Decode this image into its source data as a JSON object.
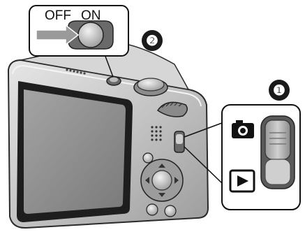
{
  "power_callout": {
    "off_label": "OFF",
    "on_label": "ON"
  },
  "step_markers": {
    "step_1": "❶",
    "step_2": "❷"
  },
  "mode_callout": {
    "record_icon": "camera-icon",
    "playback_icon": "play-icon"
  },
  "colors": {
    "body_silver": "#c9c9c9",
    "lcd_gray": "#8f8f8f",
    "arrow_gray": "#9a9a9a",
    "marker_black": "#1a1a1a"
  }
}
